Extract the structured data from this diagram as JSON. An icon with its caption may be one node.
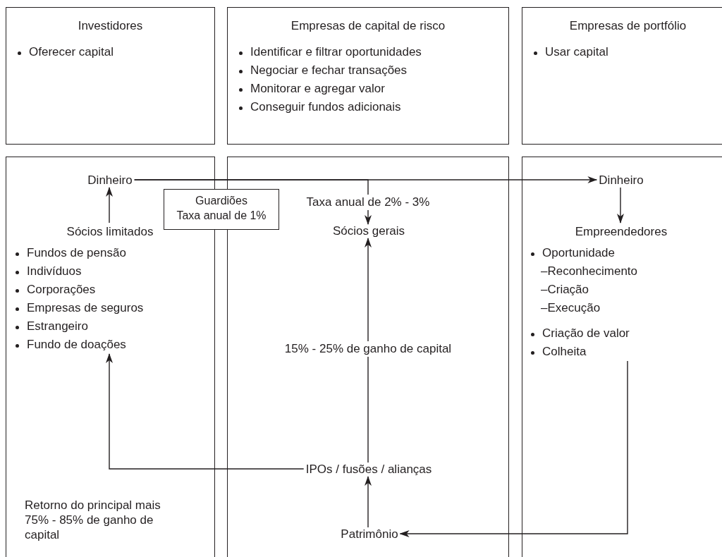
{
  "diagram": {
    "nodes": [
      {
        "text": [
          "Investidores",
          "Oferecer capital"
        ]
      },
      {
        "text": [
          "Empresas de capital de risco",
          "Identificar e filtrar oportunidades",
          "Negociar e fechar transações",
          "Monitorar e agregar valor",
          "Conseguir fundos adicionais"
        ]
      },
      {
        "text": [
          "Empresas de portfólio",
          "Usar capital"
        ]
      },
      {
        "text": [],
        "shape": "box"
      },
      {
        "text": [],
        "shape": "box"
      },
      {
        "text": [],
        "shape": "box"
      },
      {
        "text": [
          "Dinheiro"
        ],
        "in": 3
      },
      {
        "text": [
          "Sócios limitados",
          "Fundos de pensão",
          "Indivíduos",
          "Corporações",
          "Empresas de seguros",
          "Estrangeiro",
          "Fundo de doações"
        ],
        "in": 3
      },
      {
        "text": [
          "Guardiões",
          "Taxa anual de 1%"
        ]
      },
      {
        "text": [
          "Sócios gerais"
        ],
        "in": 4
      },
      {
        "text": [
          "IPOs / fusões / alianças"
        ],
        "in": 4
      },
      {
        "text": [
          "Patrimônio"
        ],
        "in": 4
      },
      {
        "text": [
          "Dinheiro"
        ],
        "in": 5
      },
      {
        "text": [
          "Empreendedores",
          "Oportunidade",
          "–Reconhecimento",
          "–Criação",
          "–Execução",
          "Criação de valor",
          "Colheita"
        ],
        "in": 5
      }
    ],
    "edges": [
      {
        "from": 7,
        "to": 6,
        "arrow": "to"
      },
      {
        "from": 6,
        "to": 12,
        "arrow": "to"
      },
      {
        "from": 6,
        "to": 9,
        "arrow": "to",
        "label": "Taxa anual de 2% - 3%"
      },
      {
        "from": 12,
        "to": 13,
        "arrow": "to"
      },
      {
        "from": 13,
        "to": 11,
        "arrow": "to"
      },
      {
        "from": 11,
        "to": 10,
        "arrow": "to"
      },
      {
        "from": 10,
        "to": 9,
        "arrow": "to",
        "label": "15% - 25% de ganho de capital"
      },
      {
        "from": 10,
        "to": 7,
        "arrow": "to"
      }
    ],
    "labels": [
      "Retorno do principal mais 75% - 85% de ganho de capital"
    ]
  }
}
